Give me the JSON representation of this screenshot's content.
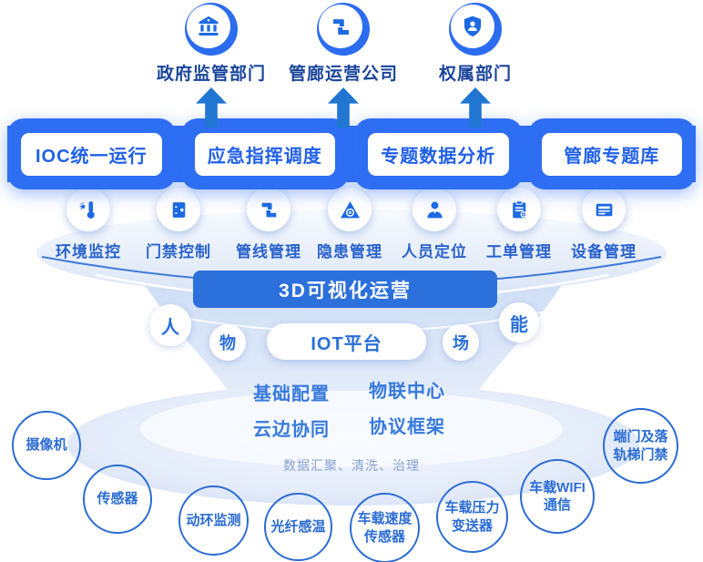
{
  "colors": {
    "primary_blue": "#2e6ef3",
    "bar_blue": "#2c70dc",
    "glyph_blue": "#1d6ae2",
    "deep_label_blue": "#1a459b",
    "capability_label_blue": "#2a62cc",
    "device_blue": "#2b6cd4",
    "caption_blue_gray": "#87a0cf"
  },
  "top_orgs": [
    {
      "label": "政府监管部门",
      "icon": "government-bank-icon"
    },
    {
      "label": "管廊运营公司",
      "icon": "pipe-gallery-icon"
    },
    {
      "label": "权属部门",
      "icon": "shield-person-icon"
    }
  ],
  "band_buttons": [
    {
      "label": "IOC统一运行"
    },
    {
      "label": "应急指挥调度"
    },
    {
      "label": "专题数据分析"
    },
    {
      "label": "管廊专题库"
    }
  ],
  "capabilities": [
    {
      "label": "环境监控",
      "icon": "thermometer-icon"
    },
    {
      "label": "门禁控制",
      "icon": "door-access-icon"
    },
    {
      "label": "管线管理",
      "icon": "pipeline-icon"
    },
    {
      "label": "隐患管理",
      "icon": "hazard-triangle-icon"
    },
    {
      "label": "人员定位",
      "icon": "person-locate-icon"
    },
    {
      "label": "工单管理",
      "icon": "work-order-icon"
    },
    {
      "label": "设备管理",
      "icon": "device-card-icon"
    }
  ],
  "visual_layer": {
    "label": "3D可视化运营"
  },
  "iot_layer": {
    "platform_label": "IOT平台",
    "nodes": [
      "人",
      "物",
      "场",
      "能"
    ]
  },
  "platform_features": [
    "基础配置",
    "物联中心",
    "云边协同",
    "协议框架"
  ],
  "data_caption": "数据汇聚、清洗、治理",
  "devices": [
    "摄像机",
    "传感器",
    "动环监测",
    "光纤感温",
    "车载速度\n传感器",
    "车载压力\n变送器",
    "车载WIFI\n通信",
    "端门及落\n轨梯门禁"
  ]
}
